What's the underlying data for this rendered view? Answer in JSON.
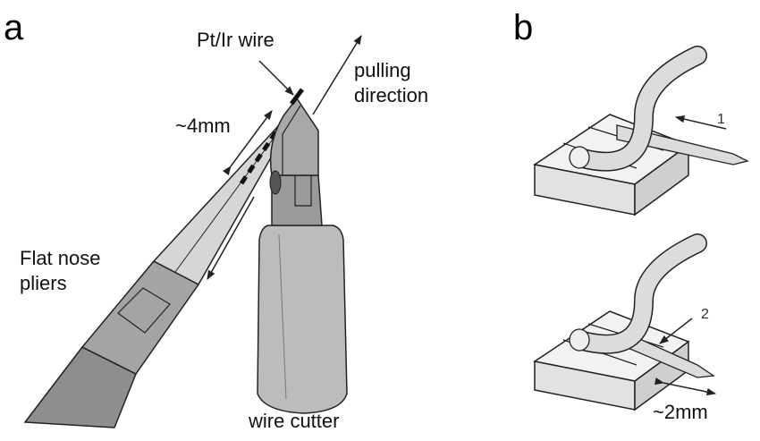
{
  "panel_a": {
    "letter": "a",
    "labels": {
      "wire": "Pt/Ir wire",
      "pulling": [
        "pulling",
        "direction"
      ],
      "length": "~4mm",
      "pliers": [
        "Flat nose",
        "pliers"
      ],
      "cutter": "wire cutter"
    }
  },
  "panel_b": {
    "letter": "b",
    "steps": [
      "1",
      "2"
    ],
    "length": "~2mm"
  },
  "colors": {
    "tool_light": "#d4d4d4",
    "tool_mid": "#b8b8b8",
    "tool_dark": "#8e8e8e",
    "outline": "#222222"
  }
}
